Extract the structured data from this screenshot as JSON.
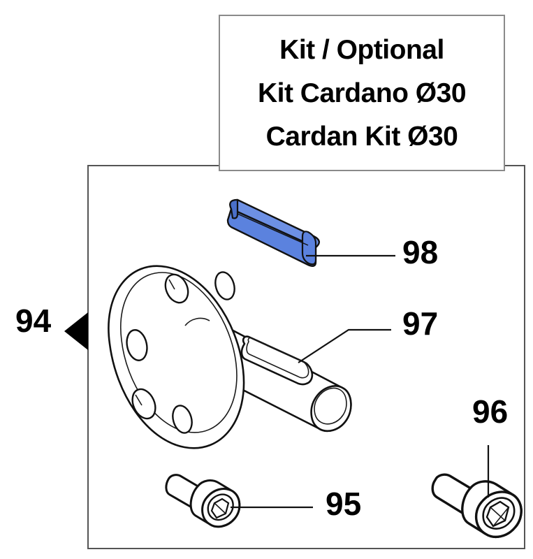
{
  "diagram": {
    "type": "exploded-parts-diagram",
    "title_box": {
      "lines": [
        "Kit / Optional",
        "Kit Cardano Ø30",
        "Cardan Kit Ø30"
      ],
      "border_color": "#8a8a8a",
      "background_color": "#ffffff"
    },
    "frame": {
      "border_color": "#555555",
      "background_color": "#ffffff"
    },
    "callouts": {
      "assembly": "94",
      "screw_small": "95",
      "screw_large": "96",
      "shaft_flange": "97",
      "key": "98"
    },
    "parts": [
      {
        "number": "94",
        "name": "assembly-group-marker",
        "marker": "left-pointing-triangle",
        "color": "#000000"
      },
      {
        "number": "95",
        "name": "socket-head-cap-screw-small",
        "color": "#ffffff",
        "outline_color": "#111111",
        "leader": "horizontal"
      },
      {
        "number": "96",
        "name": "socket-head-cap-screw-large",
        "color": "#ffffff",
        "outline_color": "#111111",
        "leader": "vertical"
      },
      {
        "number": "97",
        "name": "flanged-shaft",
        "color": "#ffffff",
        "outline_color": "#111111",
        "leader": "elbow",
        "features": [
          "6-bolt-hole-flange",
          "keyway-slot",
          "cylindrical-shaft"
        ]
      },
      {
        "number": "98",
        "name": "parallel-key",
        "color": "#5b82de",
        "outline_color": "#111111",
        "leader": "horizontal"
      }
    ],
    "colors": {
      "highlight_blue": "#5b82de",
      "highlight_blue_dark": "#4a6fc9",
      "highlight_blue_light": "#6d90e4",
      "line": "#111111",
      "frame": "#555555",
      "title_border": "#8a8a8a"
    }
  }
}
